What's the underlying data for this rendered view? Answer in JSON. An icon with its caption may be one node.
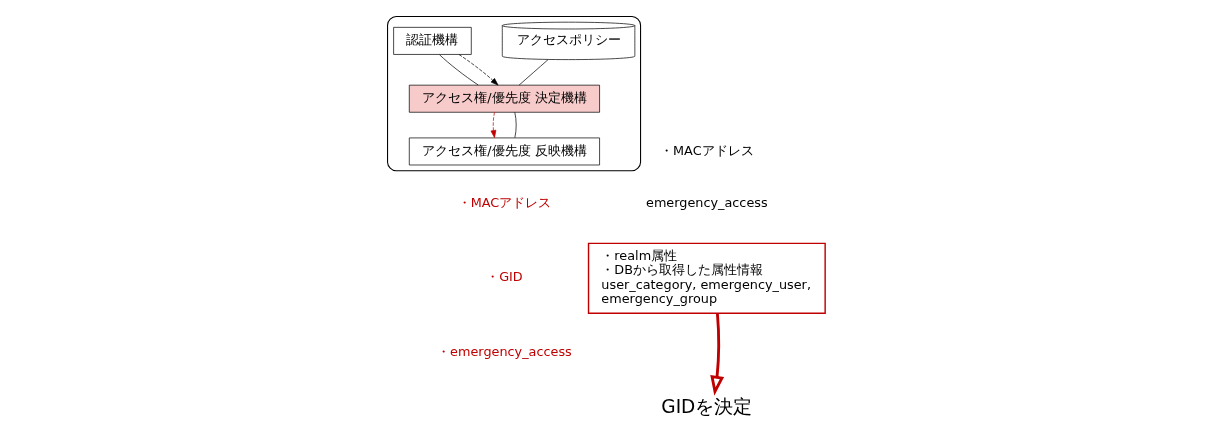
{
  "diagram": {
    "nodes": [
      {
        "text": [],
        "shape": "box"
      },
      {
        "text": [
          "アクセスポリシー"
        ],
        "in": 0
      },
      {
        "text": [
          "アクセス権/優先度 決定機構"
        ],
        "in": 0
      },
      {
        "text": [
          "アクセス権/優先度 反映機構"
        ],
        "in": 0
      },
      {
        "text": [
          "認証機構"
        ],
        "in": 0
      },
      {
        "text": [
          "・realm属性",
          "・DBから取得した属性情報",
          "user_category, emergency_user,",
          "emergency_group"
        ]
      },
      {
        "text": [
          "GIDを決定"
        ]
      }
    ],
    "edges": [
      {
        "from": 1,
        "to": 2,
        "arrow": "none"
      },
      {
        "from": 3,
        "to": 2,
        "arrow": "none"
      },
      {
        "from": 2,
        "to": 3,
        "arrow": "to",
        "style": "dashed",
        "color": "#c00000"
      },
      {
        "from": 4,
        "to": 2,
        "arrow": "none"
      },
      {
        "from": 4,
        "to": 2,
        "arrow": "to",
        "style": "dashed"
      },
      {
        "from": 5,
        "to": 6,
        "arrow": "to",
        "style": "thick",
        "color": "#c00000"
      }
    ],
    "labels": [
      "・MACアドレス",
      "・GID",
      "・emergency_access",
      "・MACアドレス",
      "emergency_access"
    ]
  }
}
